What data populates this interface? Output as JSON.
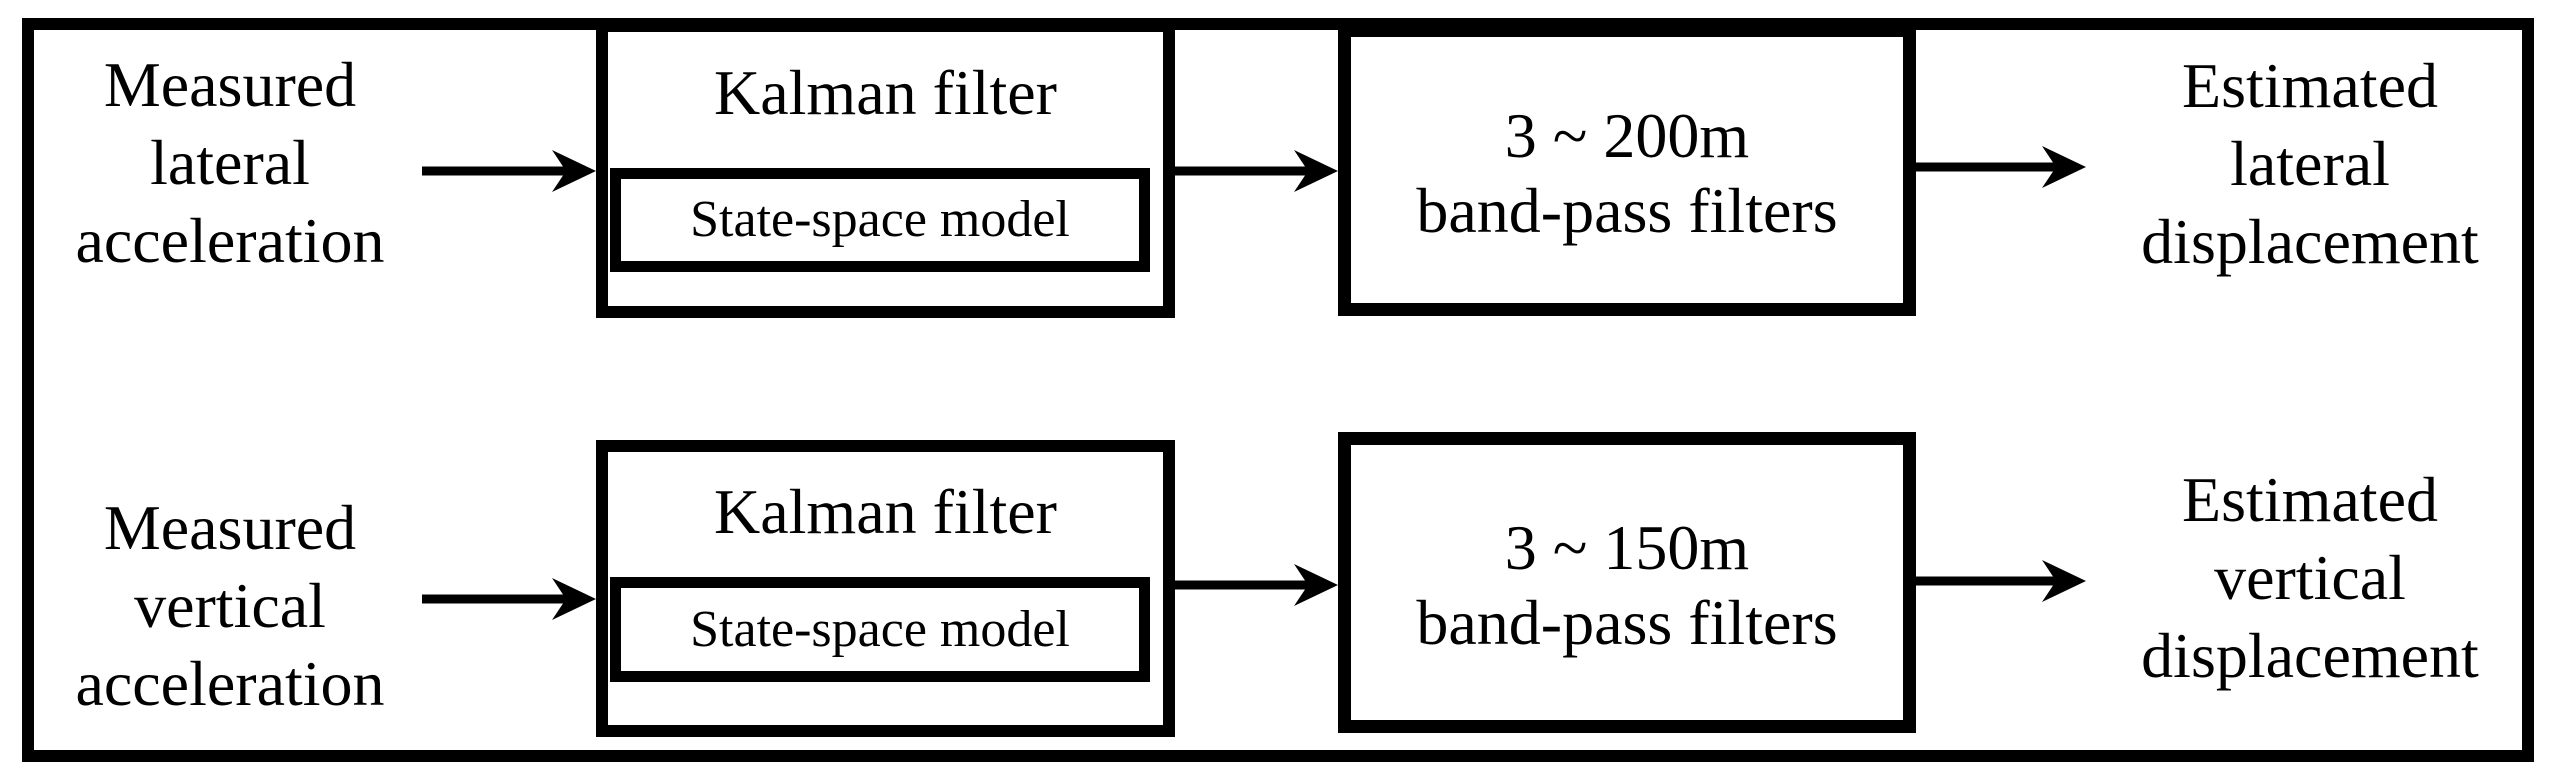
{
  "colors": {
    "ink": "#000000",
    "background": "#ffffff"
  },
  "diagram": {
    "rows": [
      {
        "source_label": "Measured\nlateral\nacceleration",
        "kalman_title": "Kalman filter",
        "kalman_inner_label": "State-space model",
        "bandpass_label": "3 ~ 200m\nband-pass filters",
        "output_label": "Estimated\nlateral\ndisplacement"
      },
      {
        "source_label": "Measured\nvertical\nacceleration",
        "kalman_title": "Kalman filter",
        "kalman_inner_label": "State-space model",
        "bandpass_label": "3 ~ 150m\nband-pass filters",
        "output_label": "Estimated\nvertical\ndisplacement"
      }
    ]
  }
}
